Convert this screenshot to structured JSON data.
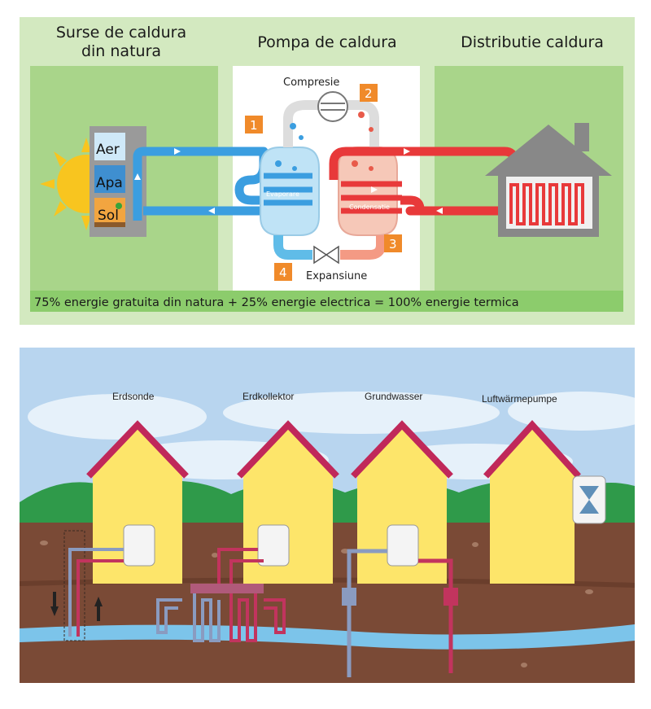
{
  "top_panel": {
    "headers": {
      "sources_line1": "Surse de caldura",
      "sources_line2": "din natura",
      "pump": "Pompa de caldura",
      "distribution": "Distributie caldura"
    },
    "sources": {
      "air": "Aer",
      "water": "Apa",
      "soil": "Sol"
    },
    "labels": {
      "compression": "Compresie",
      "evaporation": "Evaporare",
      "condensation": "Condensatie",
      "expansion": "Expansiune"
    },
    "steps": [
      "1",
      "2",
      "3",
      "4"
    ],
    "footer": "75% energie gratuita din natura + 25% energie electrica = 100% energie termica"
  },
  "bottom_panel": {
    "labels": {
      "erdsonde": "Erdsonde",
      "erdkollektor": "Erdkollektor",
      "grundwasser": "Grundwasser",
      "luftwaermepumpe": "Luftwärmepumpe"
    }
  },
  "colors": {
    "panel_bg": "#d3e9c0",
    "side_bg": "#a9d58a",
    "cold_pipe": "#3b9ee0",
    "hot_pipe": "#e8393a",
    "step_badge": "#f08a2a",
    "house_wall": "#fde56a",
    "house_roof": "#c0285a",
    "soil": "#7a4a36",
    "water": "#7cc4ea"
  }
}
